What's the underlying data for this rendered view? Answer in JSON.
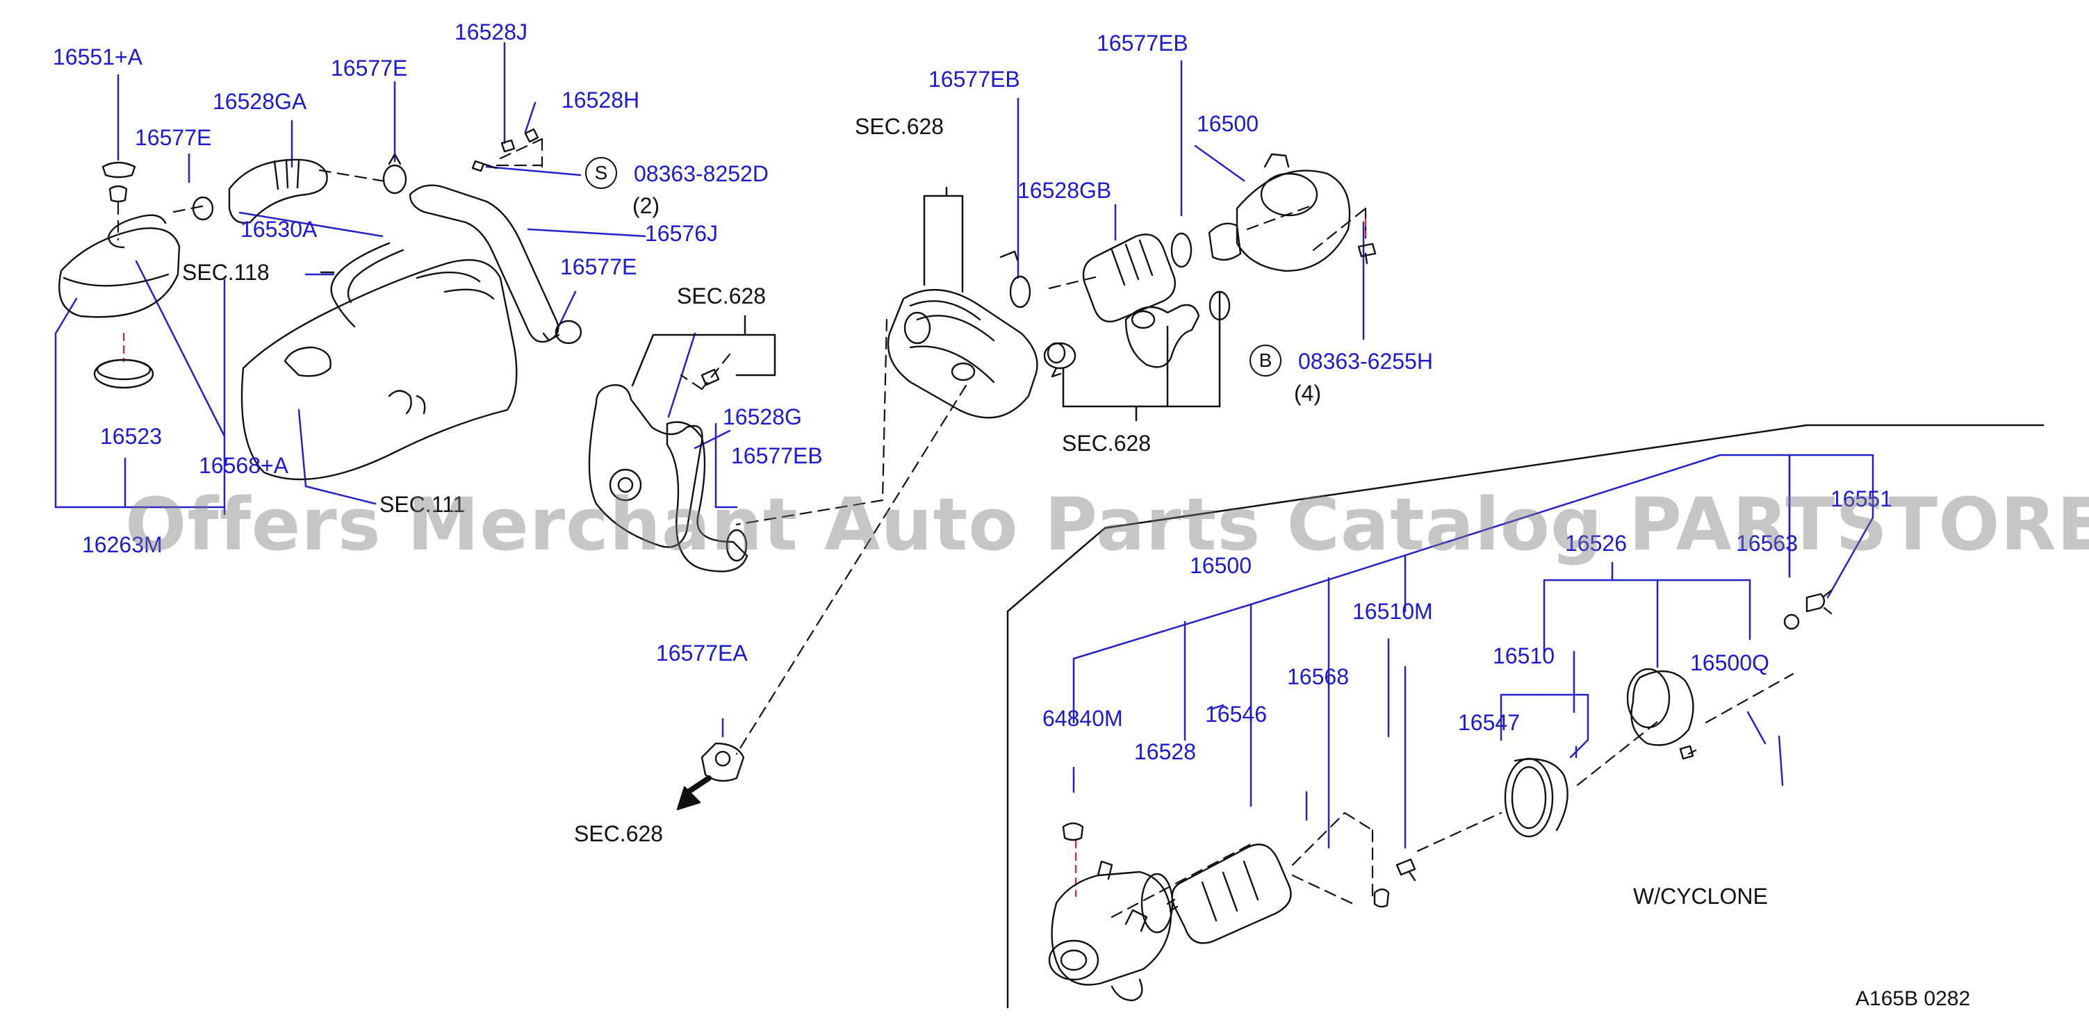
{
  "watermark": "Offers Merchant Auto Parts Catalog PARTSTORE.SA",
  "diagram_code": "A165B   0282",
  "variant_label": "W/CYCLONE",
  "part_labels": {
    "p16551A": "16551+A",
    "p16528J": "16528J",
    "p16577E_top": "16577E",
    "p16528GA": "16528GA",
    "p16528H": "16528H",
    "p16577E_left": "16577E",
    "p08363_8252D": "08363-8252D",
    "p16530A": "16530A",
    "p16576J": "16576J",
    "p16577E_right": "16577E",
    "p16523": "16523",
    "p16568A": "16568+A",
    "p16263M": "16263M",
    "p16528G": "16528G",
    "p16577EB_mid": "16577EB",
    "p16577EB_top": "16577EB",
    "p16577EB_top2": "16577EB",
    "p16528GB": "16528GB",
    "p16500_top": "16500",
    "p08363_6255H": "08363-6255H",
    "p16577EA": "16577EA",
    "p16500_bot": "16500",
    "p16526": "16526",
    "p16563": "16563",
    "p16551": "16551",
    "p16510M": "16510M",
    "p16510": "16510",
    "p16500Q": "16500Q",
    "p64840M": "64840M",
    "p16546": "16546",
    "p16568": "16568",
    "p16528": "16528",
    "p16547": "16547"
  },
  "section_labels": {
    "sec118": "SEC.118",
    "sec111": "SEC.111",
    "sec628_a": "SEC.628",
    "sec628_b": "SEC.628",
    "sec628_c": "SEC.628",
    "sec628_d": "SEC.628"
  },
  "quantities": {
    "q2": "(2)",
    "q4": "(4)"
  },
  "callouts": {
    "s": "S",
    "b": "B"
  },
  "colors": {
    "label_blue": "#1a1ad6",
    "line_blue": "#2222cc",
    "drawing_black": "#111111",
    "dash_red": "#dd2222"
  }
}
